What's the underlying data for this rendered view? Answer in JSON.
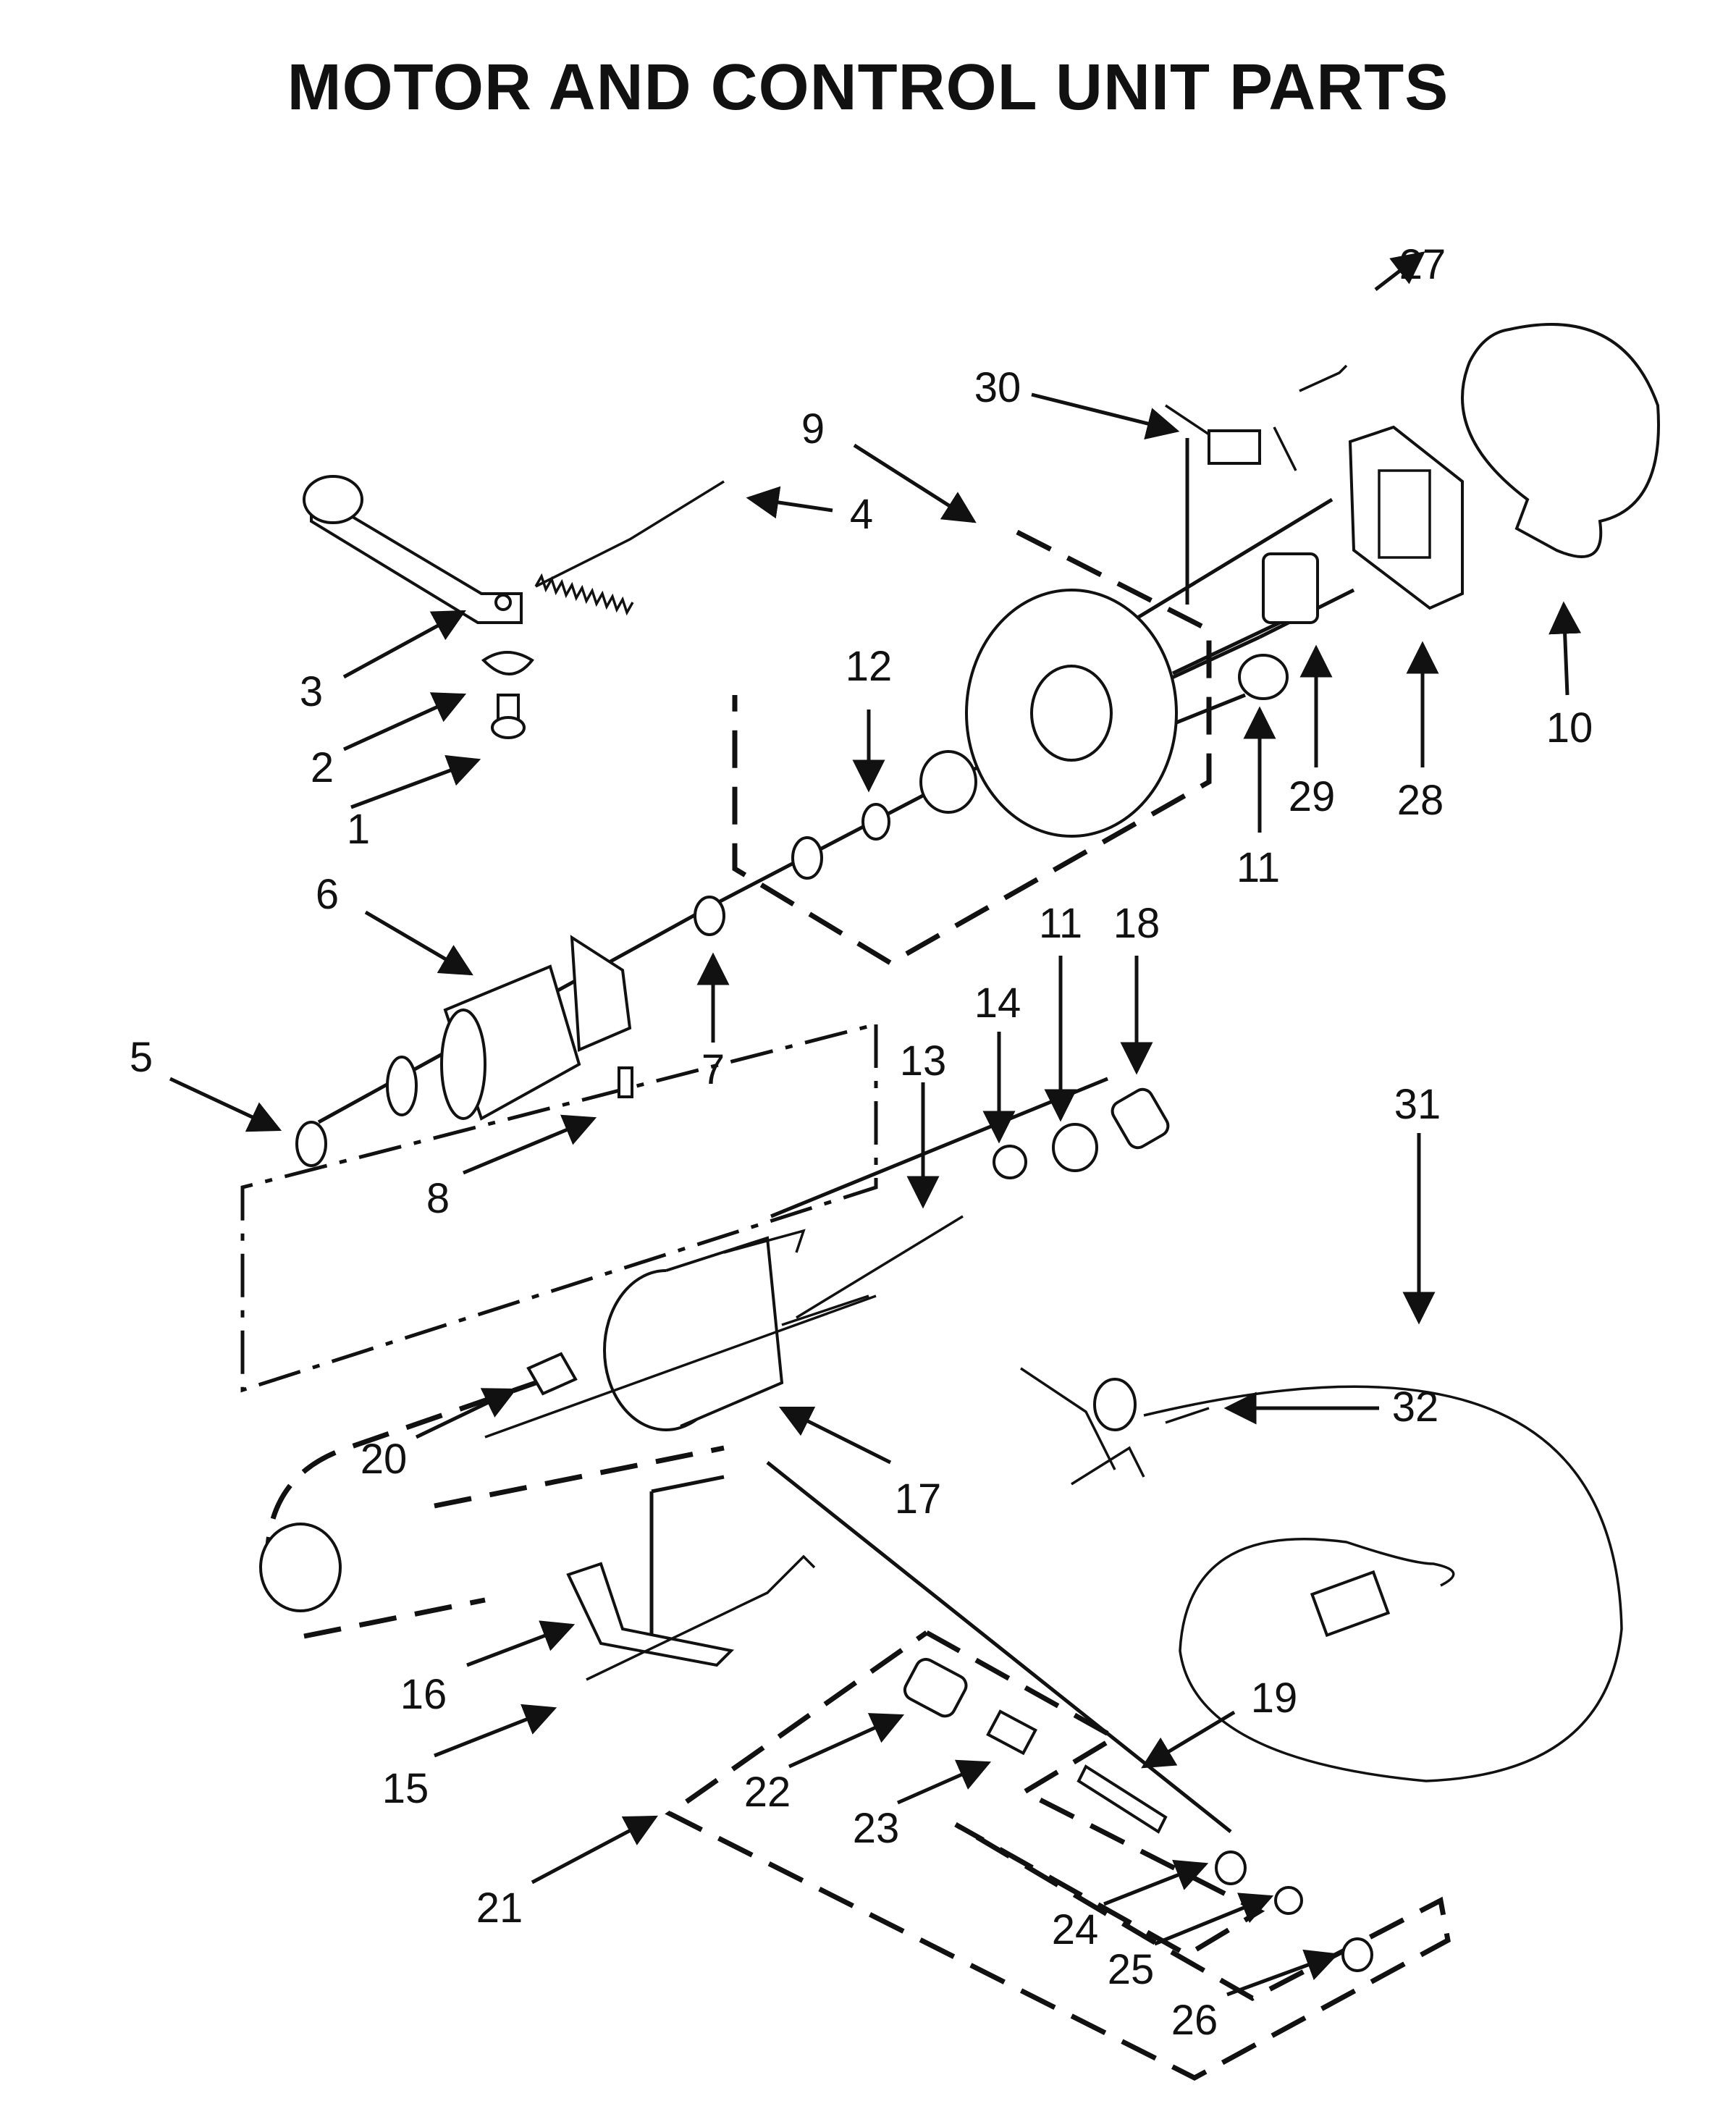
{
  "title": "MOTOR AND CONTROL UNIT PARTS",
  "callouts": [
    "1",
    "2",
    "3",
    "4",
    "5",
    "6",
    "7",
    "8",
    "9",
    "10",
    "11",
    "11",
    "12",
    "13",
    "14",
    "15",
    "16",
    "17",
    "18",
    "19",
    "20",
    "21",
    "22",
    "23",
    "24",
    "25",
    "26",
    "27",
    "28",
    "29",
    "30",
    "31",
    "32"
  ]
}
